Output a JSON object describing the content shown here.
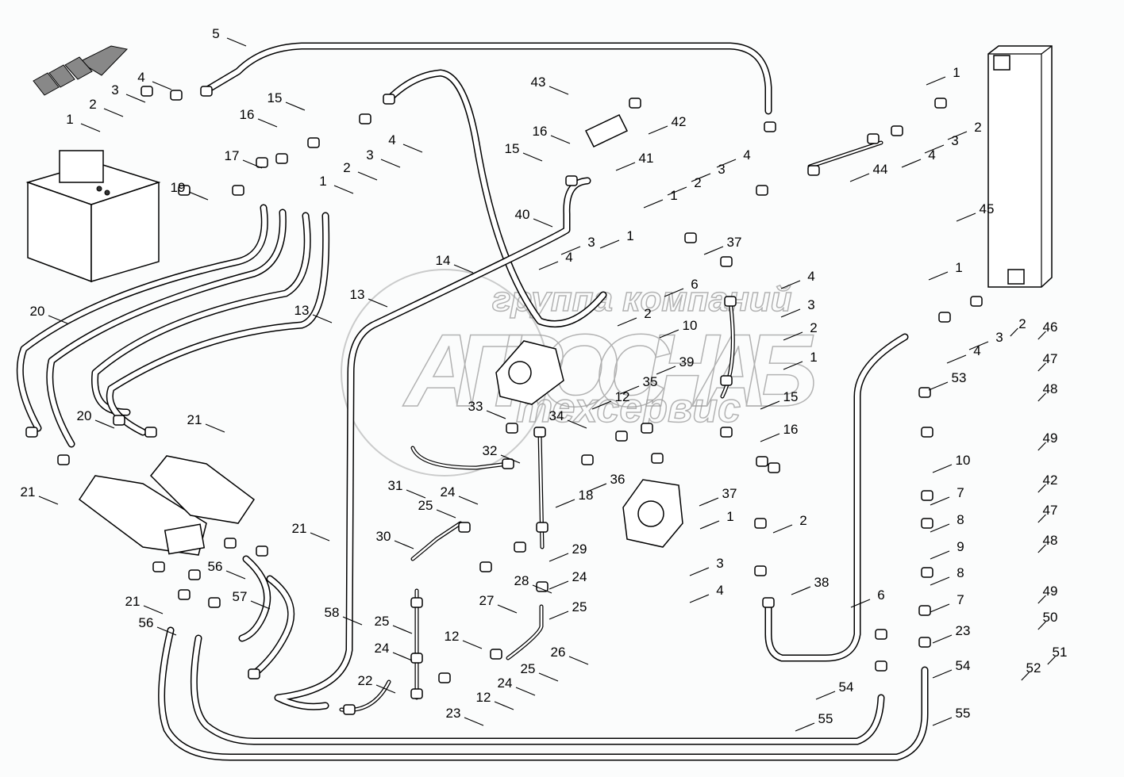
{
  "watermark": {
    "line1": "группа компаний",
    "line2": "АГРОСНАБ",
    "line3": "техсервис"
  },
  "callouts": [
    "5",
    "4",
    "3",
    "2",
    "1",
    "15",
    "16",
    "4",
    "3",
    "2",
    "1",
    "17",
    "19",
    "43",
    "42",
    "16",
    "15",
    "41",
    "40",
    "14",
    "1",
    "37",
    "3",
    "4",
    "6",
    "2",
    "10",
    "4",
    "3",
    "2",
    "1",
    "39",
    "1",
    "2",
    "3",
    "4",
    "4",
    "3",
    "2",
    "1",
    "44",
    "45",
    "1",
    "2",
    "3",
    "4",
    "46",
    "47",
    "48",
    "49",
    "42",
    "47",
    "48",
    "49",
    "50",
    "51",
    "52",
    "53",
    "10",
    "7",
    "8",
    "9",
    "8",
    "7",
    "23",
    "54",
    "55",
    "6",
    "54",
    "55",
    "38",
    "15",
    "16",
    "37",
    "1",
    "2",
    "3",
    "4",
    "20",
    "13",
    "13",
    "20",
    "21",
    "21",
    "21",
    "21",
    "56",
    "56",
    "57",
    "58",
    "35",
    "12",
    "33",
    "34",
    "32",
    "31",
    "18",
    "36",
    "24",
    "25",
    "30",
    "29",
    "28",
    "27",
    "24",
    "25",
    "25",
    "24",
    "12",
    "26",
    "25",
    "24",
    "12",
    "23",
    "22"
  ],
  "colors": {
    "line": "#000000",
    "background": "#fbfcfc",
    "watermark": "#9a9a9a"
  }
}
